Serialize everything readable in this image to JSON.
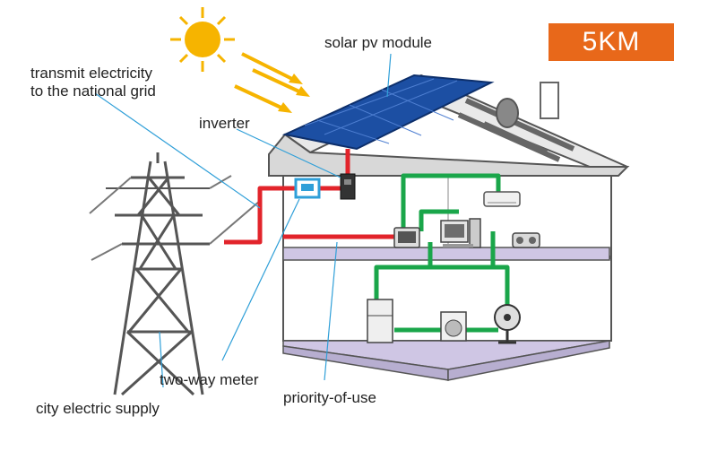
{
  "badge": "5KM",
  "labels": {
    "solar": "solar pv module",
    "transmit": "transmit electricity\nto the national grid",
    "inverter": "inverter",
    "meter": "two-way meter",
    "priority": "priority-of-use",
    "city": "city electric supply"
  },
  "colors": {
    "badge": "#e8681a",
    "ac_line": "#e2242b",
    "dc_line": "#1aa64a",
    "pointer": "#2f9fd8",
    "panel": "#1c4fa3",
    "sun": "#f6b400"
  },
  "appliances": [
    "tv-icon",
    "computer-icon",
    "air-conditioner-icon",
    "radio-icon",
    "fridge-icon",
    "washing-machine-icon",
    "fan-icon"
  ]
}
